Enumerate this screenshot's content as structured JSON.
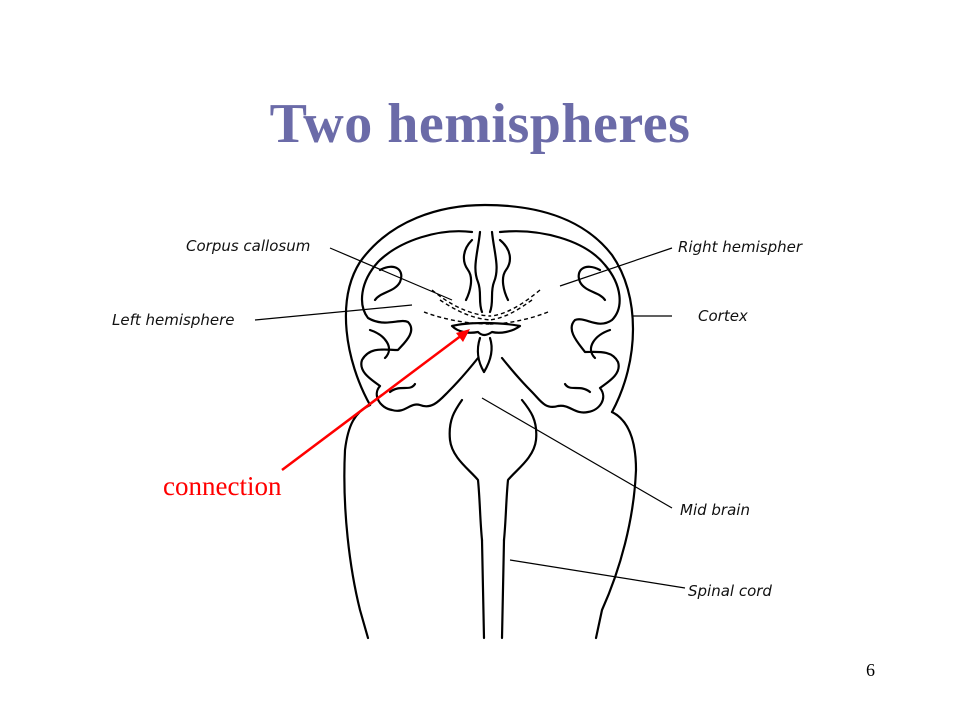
{
  "slide": {
    "title": "Two hemispheres",
    "page_number": "6"
  },
  "diagram": {
    "labels": {
      "corpus_callosum": "Corpus callosum",
      "right_hemisphere": "Right hemispher",
      "left_hemisphere": "Left hemisphere",
      "cortex": "Cortex",
      "mid_brain": "Mid brain",
      "spinal_cord": "Spinal cord"
    },
    "annotation": {
      "text": "connection",
      "color": "#ff0000"
    }
  }
}
